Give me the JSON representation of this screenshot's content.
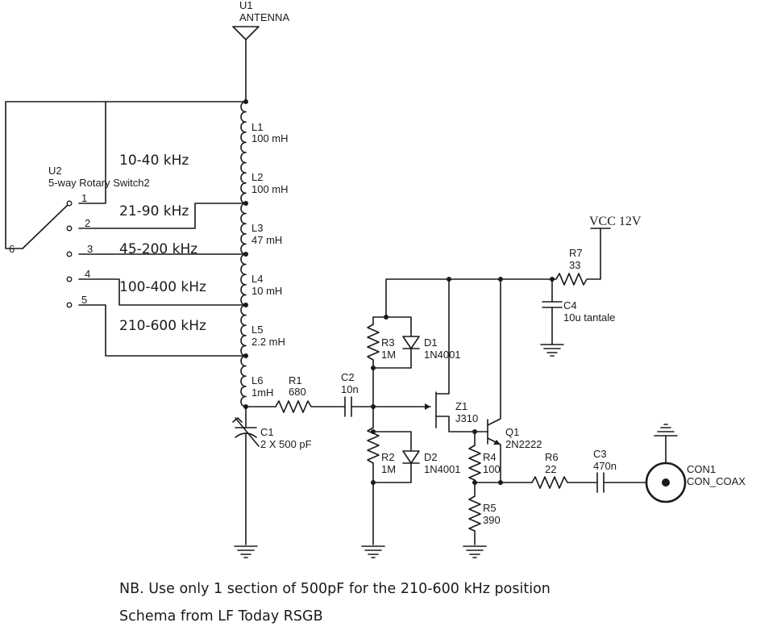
{
  "components": {
    "u1": {
      "ref": "U1",
      "value": "ANTENNA"
    },
    "u2": {
      "ref": "U2",
      "value": "5-way Rotary Switch2"
    },
    "l1": {
      "ref": "L1",
      "value": "100 mH"
    },
    "l2": {
      "ref": "L2",
      "value": "100 mH"
    },
    "l3": {
      "ref": "L3",
      "value": "47 mH"
    },
    "l4": {
      "ref": "L4",
      "value": "10 mH"
    },
    "l5": {
      "ref": "L5",
      "value": "2.2 mH"
    },
    "l6": {
      "ref": "L6",
      "value": "1mH"
    },
    "c1": {
      "ref": "C1",
      "value": "2 X 500 pF"
    },
    "r1": {
      "ref": "R1",
      "value": "680"
    },
    "c2": {
      "ref": "C2",
      "value": "10n"
    },
    "r3": {
      "ref": "R3",
      "value": "1M"
    },
    "d1": {
      "ref": "D1",
      "value": "1N4001"
    },
    "r2": {
      "ref": "R2",
      "value": "1M"
    },
    "d2": {
      "ref": "D2",
      "value": "1N4001"
    },
    "z1": {
      "ref": "Z1",
      "value": "J310"
    },
    "q1": {
      "ref": "Q1",
      "value": "2N2222"
    },
    "r4": {
      "ref": "R4",
      "value": "100"
    },
    "r5": {
      "ref": "R5",
      "value": "390"
    },
    "r6": {
      "ref": "R6",
      "value": "22"
    },
    "c3": {
      "ref": "C3",
      "value": "470n"
    },
    "con1": {
      "ref": "CON1",
      "value": "CON_COAX"
    },
    "r7": {
      "ref": "R7",
      "value": "33"
    },
    "c4": {
      "ref": "C4",
      "value": "10u tantale"
    }
  },
  "supply": "VCC 12V",
  "switch_pins": [
    "1",
    "2",
    "3",
    "4",
    "5",
    "6"
  ],
  "bands": [
    "10-40 kHz",
    "21-90 kHz",
    "45-200 kHz",
    "100-400 kHz",
    "210-600 kHz"
  ],
  "notes": {
    "line1": "NB. Use only 1 section of 500pF for the 210-600 kHz position",
    "line2": "Schema from LF Today RSGB"
  }
}
